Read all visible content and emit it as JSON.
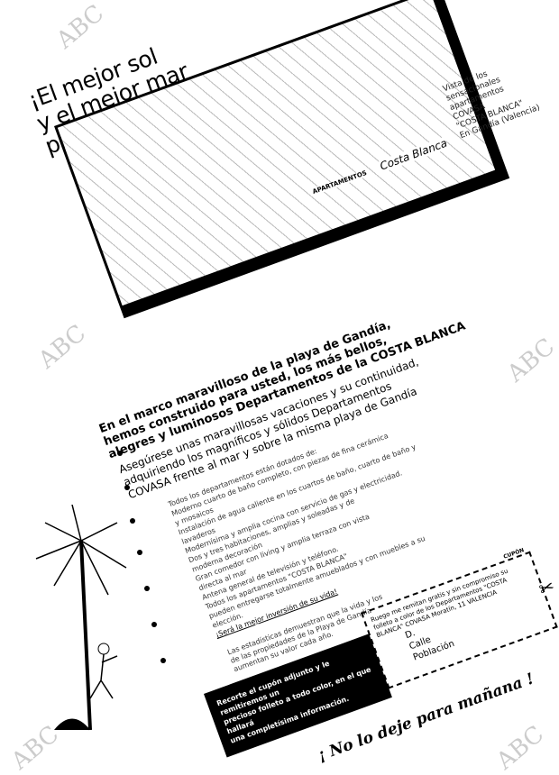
{
  "headline": [
    "¡El mejor sol",
    "y el mejor mar",
    "pueden ser suyos!"
  ],
  "caption": [
    "Vista de los",
    "sensacionales",
    "apartamentos",
    "COVASA",
    "\"COSTA BLANCA\"",
    "En Gandía (Valencia)"
  ],
  "photo": {
    "brand": "Costa Blanca",
    "label": "APARTAMENTOS",
    "credit": "COVASA"
  },
  "intro": [
    "En el marco maravilloso de la playa de Gandía,",
    "hemos construido para usted, los más bellos,",
    "alegres y luminosos Departamentos de la COSTA BLANCA"
  ],
  "intro2": [
    "Asegúrese unas maravillosas vacaciones y su continuidad,",
    "adquiriendo los magníficos y sólidos Departamentos",
    "COVASA frente al mar y sobre la misma playa de Gandía"
  ],
  "features": [
    "Todos los departamentos están dotados de:",
    "Moderno cuarto de baño completo, con piezas de fina cerámica",
    "y mosaicos",
    "Instalación de agua caliente en los cuartos de baño, cuarto de baño y",
    "lavaderos",
    "Modernísima y amplia cocina con servicio de gas y electricidad.",
    "Dos y tres habitaciones, amplias y soleadas y de",
    "moderna decoración",
    "Gran comedor con living y amplia terraza con vista",
    "directa al mar",
    "Antena general de televisión y teléfono.",
    "Todos los apartamentos \"COSTA BLANCA\"",
    "pueden entregarse totalmente amueblados y con muebles a su",
    "elección."
  ],
  "features_highlight": "¡Será la mejor inversión de su vida!",
  "closing": [
    "Las estadísticas demuestran que la vida y los",
    "de las propiedades de la Playa de Gandía",
    "aumentan su valor cada año."
  ],
  "blackbox": [
    "Recorte el cupón adjunto y le remitiremos un",
    "precioso folleto a todo color, en el que hallará",
    "una completísima información."
  ],
  "coupon": {
    "tag": "CUPÓN",
    "text": [
      "Ruego me remitan gratis y sin compromiso su",
      "folleto a color de los Departamentos \"COSTA",
      "BLANCA\"  COVASA Moratín, 11  VALENCIA"
    ],
    "fields": [
      "D.",
      "Calle",
      "Población"
    ]
  },
  "slogan": "¡ No lo deje para mañana !",
  "watermark": "ABC",
  "icons": [
    "scissors-icon",
    "palm-tree-illustration"
  ]
}
